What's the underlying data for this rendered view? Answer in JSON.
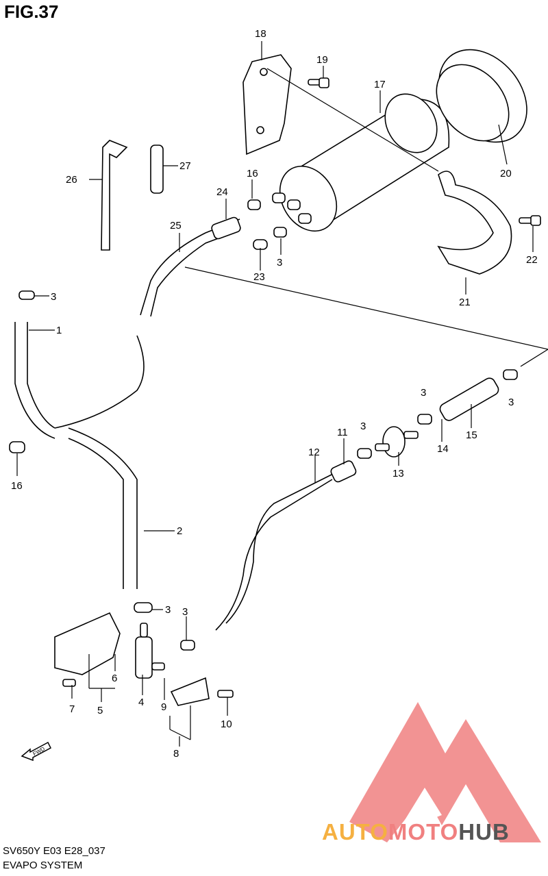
{
  "figure": {
    "title": "FIG.37"
  },
  "footer": {
    "model_line": "SV650Y E03 E28_037",
    "system_name": "EVAPO SYSTEM"
  },
  "fwd_arrow": {
    "label": "FWD"
  },
  "watermark": {
    "part1": "AUTO",
    "part2": "MOTO",
    "part3": "HUB",
    "color_orange": "#f5b041",
    "color_red": "#f08080",
    "color_gray": "#555555"
  },
  "callouts": [
    "1",
    "2",
    "3",
    "3",
    "3",
    "3",
    "3",
    "3",
    "3",
    "3",
    "4",
    "5",
    "6",
    "7",
    "8",
    "9",
    "10",
    "11",
    "12",
    "13",
    "14",
    "15",
    "16",
    "16",
    "17",
    "18",
    "19",
    "20",
    "21",
    "22",
    "23",
    "24",
    "25",
    "26",
    "27"
  ]
}
